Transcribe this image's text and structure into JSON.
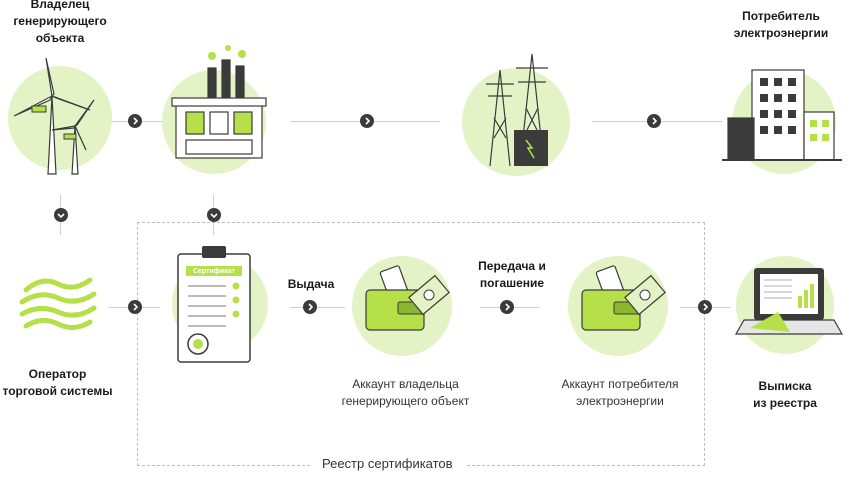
{
  "labels": {
    "owner": [
      "Владелец",
      "генерирующего",
      "объекта"
    ],
    "consumer": [
      "Потребитель",
      "электроэнергии"
    ],
    "operator": [
      "Оператор",
      "торговой системы"
    ],
    "issue": "Выдача",
    "transfer": [
      "Передача и",
      "погашение"
    ],
    "owner_account": [
      "Аккаунт владельца",
      "генерирующего объект"
    ],
    "consumer_account": [
      "Аккаунт потребителя",
      "электроэнергии"
    ],
    "extract": [
      "Выписка",
      "из реестра"
    ],
    "registry": "Реестр сертификатов",
    "certificate_title": "Сертификат"
  },
  "colors": {
    "accent": "#b5e04a",
    "accent_light": "#e4f3c6",
    "dark": "#3b3b3b",
    "line": "#cfcfcf"
  }
}
